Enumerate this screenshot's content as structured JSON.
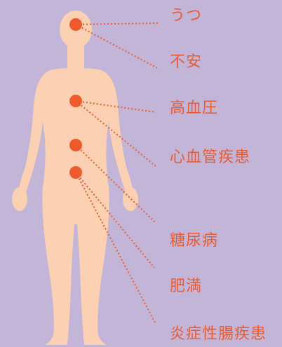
{
  "colors": {
    "background": "#c3b5d8",
    "body": "#fcd0b3",
    "accent": "#ed5a2e"
  },
  "labels": [
    "うつ",
    "不安",
    "高血圧",
    "心血管疾患",
    "糖尿病",
    "肥満",
    "炎症性腸疾患"
  ]
}
